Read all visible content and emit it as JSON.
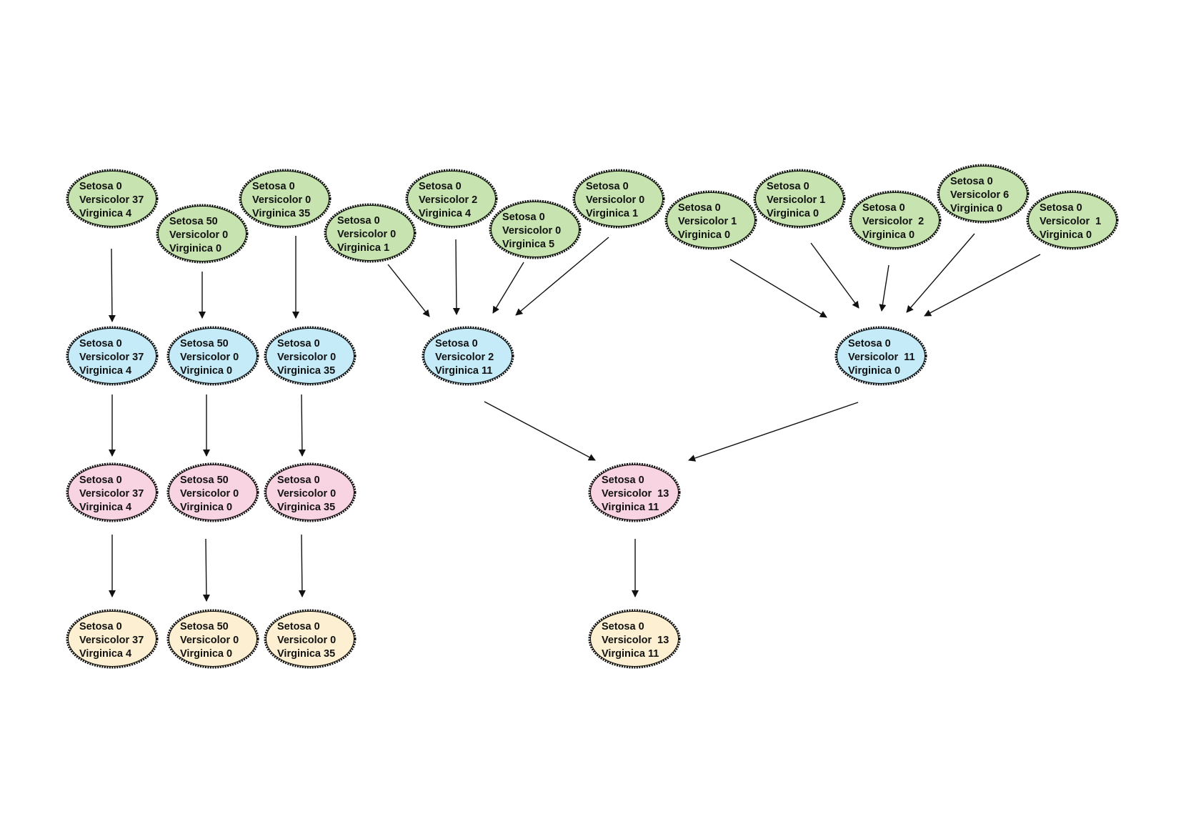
{
  "colors": {
    "level1": "#c6e3b0",
    "level2": "#c5ebf8",
    "level3": "#f8d3e1",
    "level4": "#fdf0d2",
    "outline": "#111111",
    "arrow": "#111111"
  },
  "nodes": [
    {
      "id": "g1",
      "level": 1,
      "lines": [
        "Setosa 0",
        "Versicolor 37",
        "Virginica 4"
      ]
    },
    {
      "id": "g2",
      "level": 1,
      "lines": [
        "Setosa 50",
        "Versicolor 0",
        "Virginica 0"
      ]
    },
    {
      "id": "g3",
      "level": 1,
      "lines": [
        "Setosa 0",
        "Versicolor 0",
        "Virginica 35"
      ]
    },
    {
      "id": "g4",
      "level": 1,
      "lines": [
        "Setosa 0",
        "Versicolor 0",
        "Virginica 1"
      ]
    },
    {
      "id": "g5",
      "level": 1,
      "lines": [
        "Setosa 0",
        "Versicolor 2",
        "Virginica 4"
      ]
    },
    {
      "id": "g6",
      "level": 1,
      "lines": [
        "Setosa 0",
        "Versicolor 0",
        "Virginica 5"
      ]
    },
    {
      "id": "g7",
      "level": 1,
      "lines": [
        "Setosa 0",
        "Versicolor 0",
        "Virginica 1"
      ]
    },
    {
      "id": "g8",
      "level": 1,
      "lines": [
        "Setosa 0",
        "Versicolor 1",
        "Virginica 0"
      ]
    },
    {
      "id": "g9",
      "level": 1,
      "lines": [
        "Setosa 0",
        "Versicolor 1",
        "Virginica 0"
      ]
    },
    {
      "id": "g10",
      "level": 1,
      "lines": [
        "Setosa 0",
        "Versicolor  2",
        "Virginica 0"
      ]
    },
    {
      "id": "g11",
      "level": 1,
      "lines": [
        "Setosa 0",
        "Versicolor 6",
        "Virginica 0"
      ]
    },
    {
      "id": "g12",
      "level": 1,
      "lines": [
        "Setosa 0",
        "Versicolor  1",
        "Virginica 0"
      ]
    },
    {
      "id": "b1",
      "level": 2,
      "lines": [
        "Setosa 0",
        "Versicolor 37",
        "Virginica 4"
      ]
    },
    {
      "id": "b2",
      "level": 2,
      "lines": [
        "Setosa 50",
        "Versicolor 0",
        "Virginica 0"
      ]
    },
    {
      "id": "b3",
      "level": 2,
      "lines": [
        "Setosa 0",
        "Versicolor 0",
        "Virginica 35"
      ]
    },
    {
      "id": "b4",
      "level": 2,
      "lines": [
        "Setosa 0",
        "Versicolor 2",
        "Virginica 11"
      ]
    },
    {
      "id": "b5",
      "level": 2,
      "lines": [
        "Setosa 0",
        "Versicolor  11",
        "Virginica 0"
      ]
    },
    {
      "id": "p1",
      "level": 3,
      "lines": [
        "Setosa 0",
        "Versicolor 37",
        "Virginica 4"
      ]
    },
    {
      "id": "p2",
      "level": 3,
      "lines": [
        "Setosa 50",
        "Versicolor 0",
        "Virginica 0"
      ]
    },
    {
      "id": "p3",
      "level": 3,
      "lines": [
        "Setosa 0",
        "Versicolor 0",
        "Virginica 35"
      ]
    },
    {
      "id": "p4",
      "level": 3,
      "lines": [
        "Setosa 0",
        "Versicolor  13",
        "Virginica 11"
      ]
    },
    {
      "id": "y1",
      "level": 4,
      "lines": [
        "Setosa 0",
        "Versicolor 37",
        "Virginica 4"
      ]
    },
    {
      "id": "y2",
      "level": 4,
      "lines": [
        "Setosa 50",
        "Versicolor 0",
        "Virginica 0"
      ]
    },
    {
      "id": "y3",
      "level": 4,
      "lines": [
        "Setosa 0",
        "Versicolor 0",
        "Virginica 35"
      ]
    },
    {
      "id": "y4",
      "level": 4,
      "lines": [
        "Setosa 0",
        "Versicolor  13",
        "Virginica 11"
      ]
    }
  ],
  "edges": [
    {
      "from": "g1",
      "to": "b1"
    },
    {
      "from": "g2",
      "to": "b2"
    },
    {
      "from": "g3",
      "to": "b3"
    },
    {
      "from": "g4",
      "to": "b4"
    },
    {
      "from": "g5",
      "to": "b4"
    },
    {
      "from": "g6",
      "to": "b4"
    },
    {
      "from": "g7",
      "to": "b4"
    },
    {
      "from": "g8",
      "to": "b5"
    },
    {
      "from": "g9",
      "to": "b5"
    },
    {
      "from": "g10",
      "to": "b5"
    },
    {
      "from": "g11",
      "to": "b5"
    },
    {
      "from": "g12",
      "to": "b5"
    },
    {
      "from": "b1",
      "to": "p1"
    },
    {
      "from": "b2",
      "to": "p2"
    },
    {
      "from": "b3",
      "to": "p3"
    },
    {
      "from": "b4",
      "to": "p4"
    },
    {
      "from": "b5",
      "to": "p4"
    },
    {
      "from": "p1",
      "to": "y1"
    },
    {
      "from": "p2",
      "to": "y2"
    },
    {
      "from": "p3",
      "to": "y3"
    },
    {
      "from": "p4",
      "to": "y4"
    }
  ]
}
